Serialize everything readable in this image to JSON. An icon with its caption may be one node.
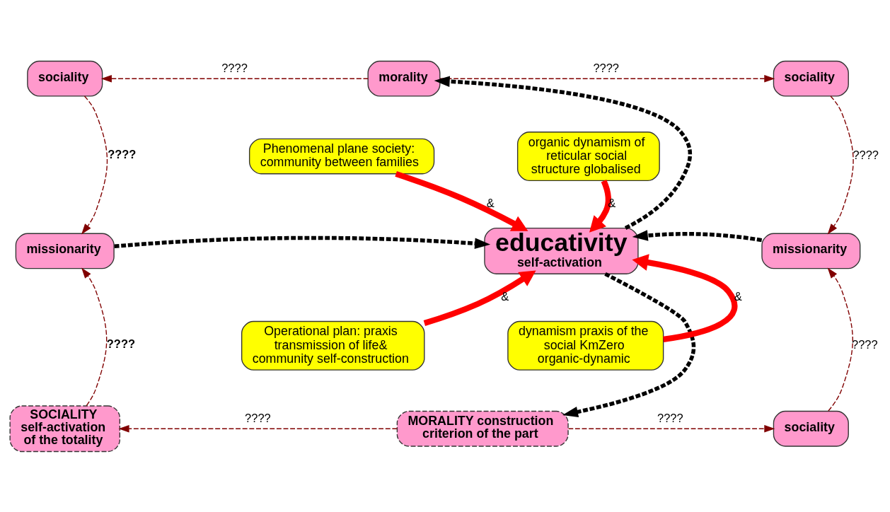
{
  "diagram": {
    "nodes": [
      {
        "text": [
          "sociality"
        ]
      },
      {
        "text": [
          "morality"
        ]
      },
      {
        "text": [
          "sociality"
        ]
      },
      {
        "text": [
          "Phenomenal plane society: community between families"
        ]
      },
      {
        "text": [
          "organic dynamism of reticular social structure globalised"
        ]
      },
      {
        "text": [
          "missionarity"
        ]
      },
      {
        "text": [
          "educativity",
          "self-activation"
        ]
      },
      {
        "text": [
          "missionarity"
        ]
      },
      {
        "text": [
          "Operational plan: praxis transmission of life& community self-construction"
        ]
      },
      {
        "text": [
          "dynamism praxis of the social KmZero organic-dynamic"
        ]
      },
      {
        "text": [
          "SOCIALITY self-activation of the totality"
        ]
      },
      {
        "text": [
          "MORALITY construction criterion of the part"
        ]
      },
      {
        "text": [
          "sociality"
        ]
      }
    ],
    "edges": [
      {
        "from": 1,
        "to": 0,
        "arrow": "to",
        "label": "????",
        "style": "dashed"
      },
      {
        "from": 1,
        "to": 2,
        "arrow": "to",
        "label": "????",
        "style": "dashed"
      },
      {
        "from": 0,
        "to": 5,
        "arrow": "to",
        "label": "????",
        "style": "dashed"
      },
      {
        "from": 2,
        "to": 7,
        "arrow": "to",
        "label": "????",
        "style": "dashed"
      },
      {
        "from": 3,
        "to": 6,
        "arrow": "to",
        "label": "&",
        "style": "thick",
        "color": "#ff0000"
      },
      {
        "from": 4,
        "to": 6,
        "arrow": "to",
        "label": "&",
        "style": "thick",
        "color": "#ff0000"
      },
      {
        "from": 5,
        "to": 6,
        "arrow": "to",
        "style": "dashed",
        "color": "#000000"
      },
      {
        "from": 7,
        "to": 6,
        "arrow": "to",
        "style": "dashed",
        "color": "#000000"
      },
      {
        "from": 6,
        "to": 1,
        "arrow": "to",
        "style": "dashed",
        "color": "#000000"
      },
      {
        "from": 6,
        "to": 11,
        "arrow": "to",
        "style": "dashed",
        "color": "#000000"
      },
      {
        "from": 8,
        "to": 6,
        "arrow": "to",
        "label": "&",
        "style": "thick",
        "color": "#ff0000"
      },
      {
        "from": 9,
        "to": 6,
        "arrow": "to",
        "label": "&",
        "style": "thick",
        "color": "#ff0000"
      },
      {
        "from": 11,
        "to": 10,
        "arrow": "to",
        "label": "????",
        "style": "dashed"
      },
      {
        "from": 11,
        "to": 12,
        "arrow": "to",
        "label": "????",
        "style": "dashed"
      },
      {
        "from": 10,
        "to": 5,
        "arrow": "to",
        "label": "????",
        "style": "dashed"
      },
      {
        "from": 12,
        "to": 7,
        "arrow": "to",
        "label": "????",
        "style": "dashed"
      }
    ]
  }
}
